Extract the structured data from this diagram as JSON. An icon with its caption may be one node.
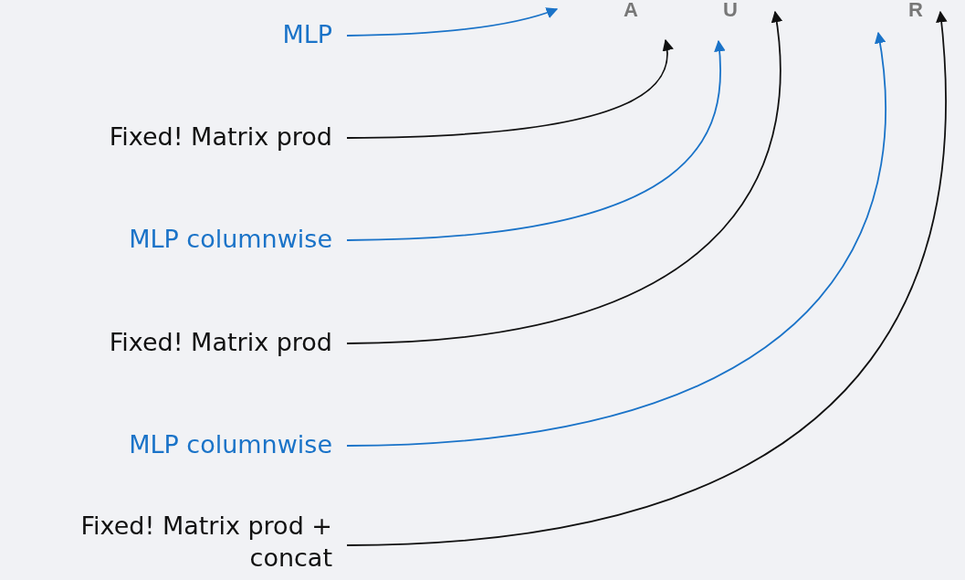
{
  "diagram": {
    "nodes": [
      {
        "text": [
          "MLP"
        ]
      },
      {
        "text": [
          "Fixed! Matrix prod"
        ]
      },
      {
        "text": [
          "MLP columnwise"
        ]
      },
      {
        "text": [
          "Fixed! Matrix prod"
        ]
      },
      {
        "text": [
          "MLP columnwise"
        ]
      },
      {
        "text": [
          "Fixed! Matrix prod + concat"
        ]
      }
    ],
    "edges": [
      {
        "from": 0,
        "to": null,
        "arrow": "to",
        "color": "#1a73c8"
      },
      {
        "from": 1,
        "to": null,
        "arrow": "to",
        "color": "#111111"
      },
      {
        "from": 2,
        "to": null,
        "arrow": "to",
        "color": "#1a73c8"
      },
      {
        "from": 3,
        "to": null,
        "arrow": "to",
        "color": "#111111"
      },
      {
        "from": 4,
        "to": null,
        "arrow": "to",
        "color": "#1a73c8"
      },
      {
        "from": 5,
        "to": null,
        "arrow": "to",
        "color": "#111111"
      }
    ],
    "labels": [
      "A",
      "U",
      "R"
    ]
  }
}
